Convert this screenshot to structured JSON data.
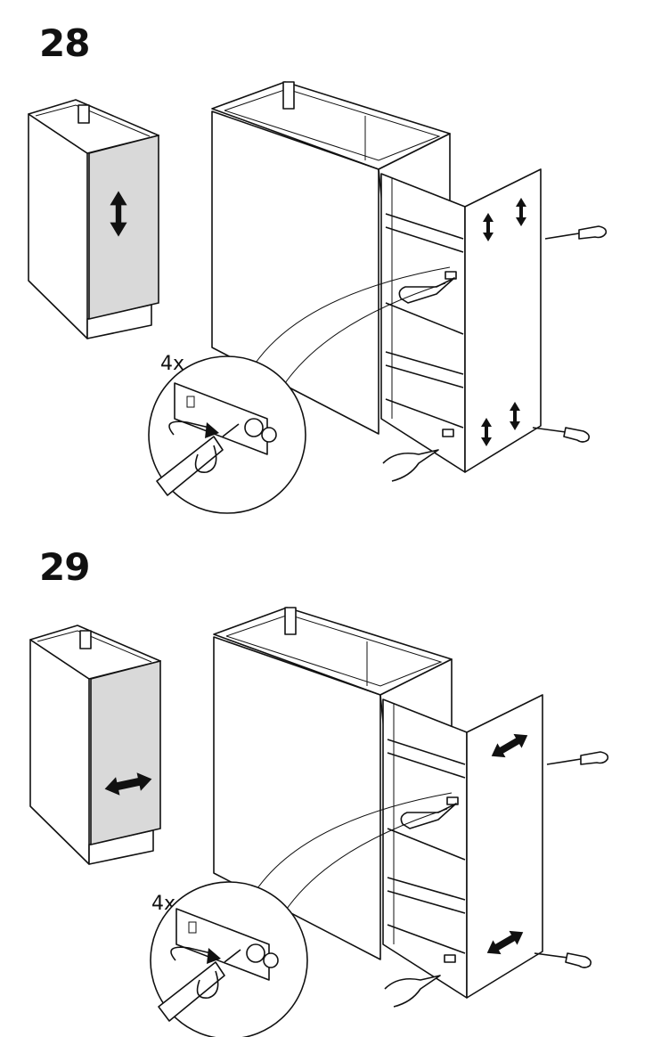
{
  "steps": [
    {
      "number": "28",
      "quantity": "4x",
      "adjustment": "vertical"
    },
    {
      "number": "29",
      "quantity": "4x",
      "adjustment": "horizontal"
    }
  ],
  "colors": {
    "line": "#111111",
    "panel_fill": "#d9d9d9"
  }
}
